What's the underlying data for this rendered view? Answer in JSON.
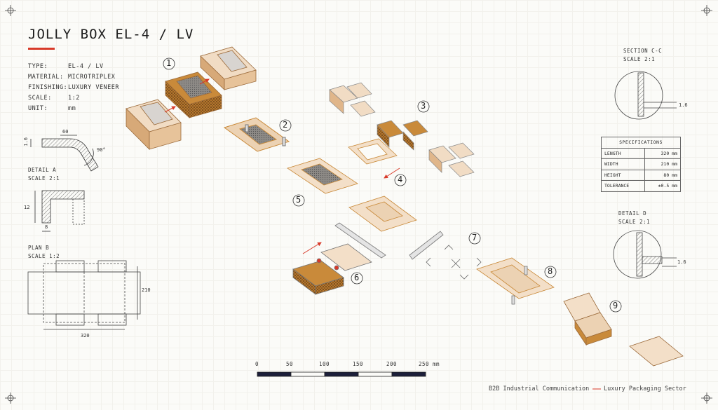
{
  "title": "JOLLY BOX EL-4 / LV",
  "specs": [
    {
      "key": "TYPE:",
      "value": "EL-4 / LV"
    },
    {
      "key": "MATERIAL:",
      "value": "MICROTRIPLEX"
    },
    {
      "key": "FINISHING:",
      "value": "LUXURY VENEER"
    },
    {
      "key": "SCALE:",
      "value": "1:2"
    },
    {
      "key": "UNIT:",
      "value": "mm"
    }
  ],
  "detail_profile": {
    "width": "60",
    "thickness": "1.6",
    "angle": "90°"
  },
  "detail_a": {
    "title": "DETAIL A",
    "scale": "SCALE 2:1",
    "height": "12",
    "width": "8"
  },
  "plan_b": {
    "title": "PLAN B",
    "scale": "SCALE 1:2",
    "height": "210",
    "width": "320"
  },
  "section_cc": {
    "title": "SECTION C-C",
    "scale": "SCALE 2:1",
    "dim": "1.6"
  },
  "spec_table": {
    "header": "SPECIFICATIONS",
    "rows": [
      {
        "label": "LENGTH",
        "value": "320 mm"
      },
      {
        "label": "WIDTH",
        "value": "210 mm"
      },
      {
        "label": "HEIGHT",
        "value": "80 mm"
      },
      {
        "label": "TOLERANCE",
        "value": "±0.5 mm"
      }
    ]
  },
  "detail_d": {
    "title": "DETAIL D",
    "scale": "SCALE 2:1",
    "dim": "1.6"
  },
  "steps": [
    "1",
    "2",
    "3",
    "4",
    "5",
    "6",
    "7",
    "8",
    "9"
  ],
  "scale_bar": {
    "ticks": [
      "0",
      "50",
      "100",
      "150",
      "200",
      "250"
    ],
    "unit": "mm"
  },
  "footer": {
    "left": "B2B Industrial Communication",
    "separator": "—",
    "right": "Luxury Packaging Sector"
  },
  "colors": {
    "accent": "#d83a2a",
    "kraft": "#e8c9a4",
    "kraft_dark": "#c98a3a",
    "line": "#333333"
  }
}
